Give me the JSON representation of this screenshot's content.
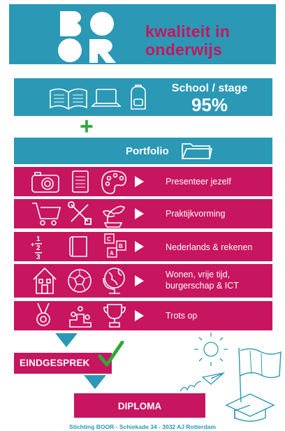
{
  "header": {
    "logo_letters": "BOOR",
    "tagline_line1": "kwaliteit in",
    "tagline_line2": "onderwijs",
    "logo_color": "#ffffff",
    "band_color": "#2b98b5",
    "tagline_color": "#c8155f"
  },
  "school": {
    "label": "School / stage",
    "value": "95%",
    "icons": [
      "open-book-icon",
      "laptop-icon",
      "backpack-icon"
    ]
  },
  "plus": "+",
  "portfolio": {
    "label": "Portfolio",
    "icon": "folder-icon"
  },
  "rows": [
    {
      "label": "Presenteer jezelf",
      "icons": [
        "camera-icon",
        "notepad-icon",
        "palette-icon"
      ]
    },
    {
      "label": "Praktijkvorming",
      "icons": [
        "shopping-cart-icon",
        "tools-icon",
        "plant-icon"
      ]
    },
    {
      "label": "Nederlands & rekenen",
      "icons": [
        "fractions-icon",
        "book-icon",
        "letter-blocks-icon"
      ]
    },
    {
      "label_line1": "Wonen, vrije tijd,",
      "label_line2": "burgerschap & ICT",
      "icons": [
        "house-icon",
        "football-icon",
        "globe-icon"
      ]
    },
    {
      "label": "Trots op",
      "icons": [
        "medal-icon",
        "podium-icon",
        "trophy-icon"
      ]
    }
  ],
  "eindgesprek": {
    "label": "EINDGESPREK",
    "icon": "checkmark-icon"
  },
  "diploma": {
    "label": "DIPLOMA"
  },
  "decorations": [
    "sun-icon",
    "flag-icon",
    "paper-plane-icon",
    "graduation-cap-icon"
  ],
  "footer": "Stichting BOOR - Schiekade 34 - 3032 AJ Rotterdam",
  "colors": {
    "teal": "#2b98b5",
    "magenta": "#c8155f",
    "green": "#2ea83a"
  }
}
